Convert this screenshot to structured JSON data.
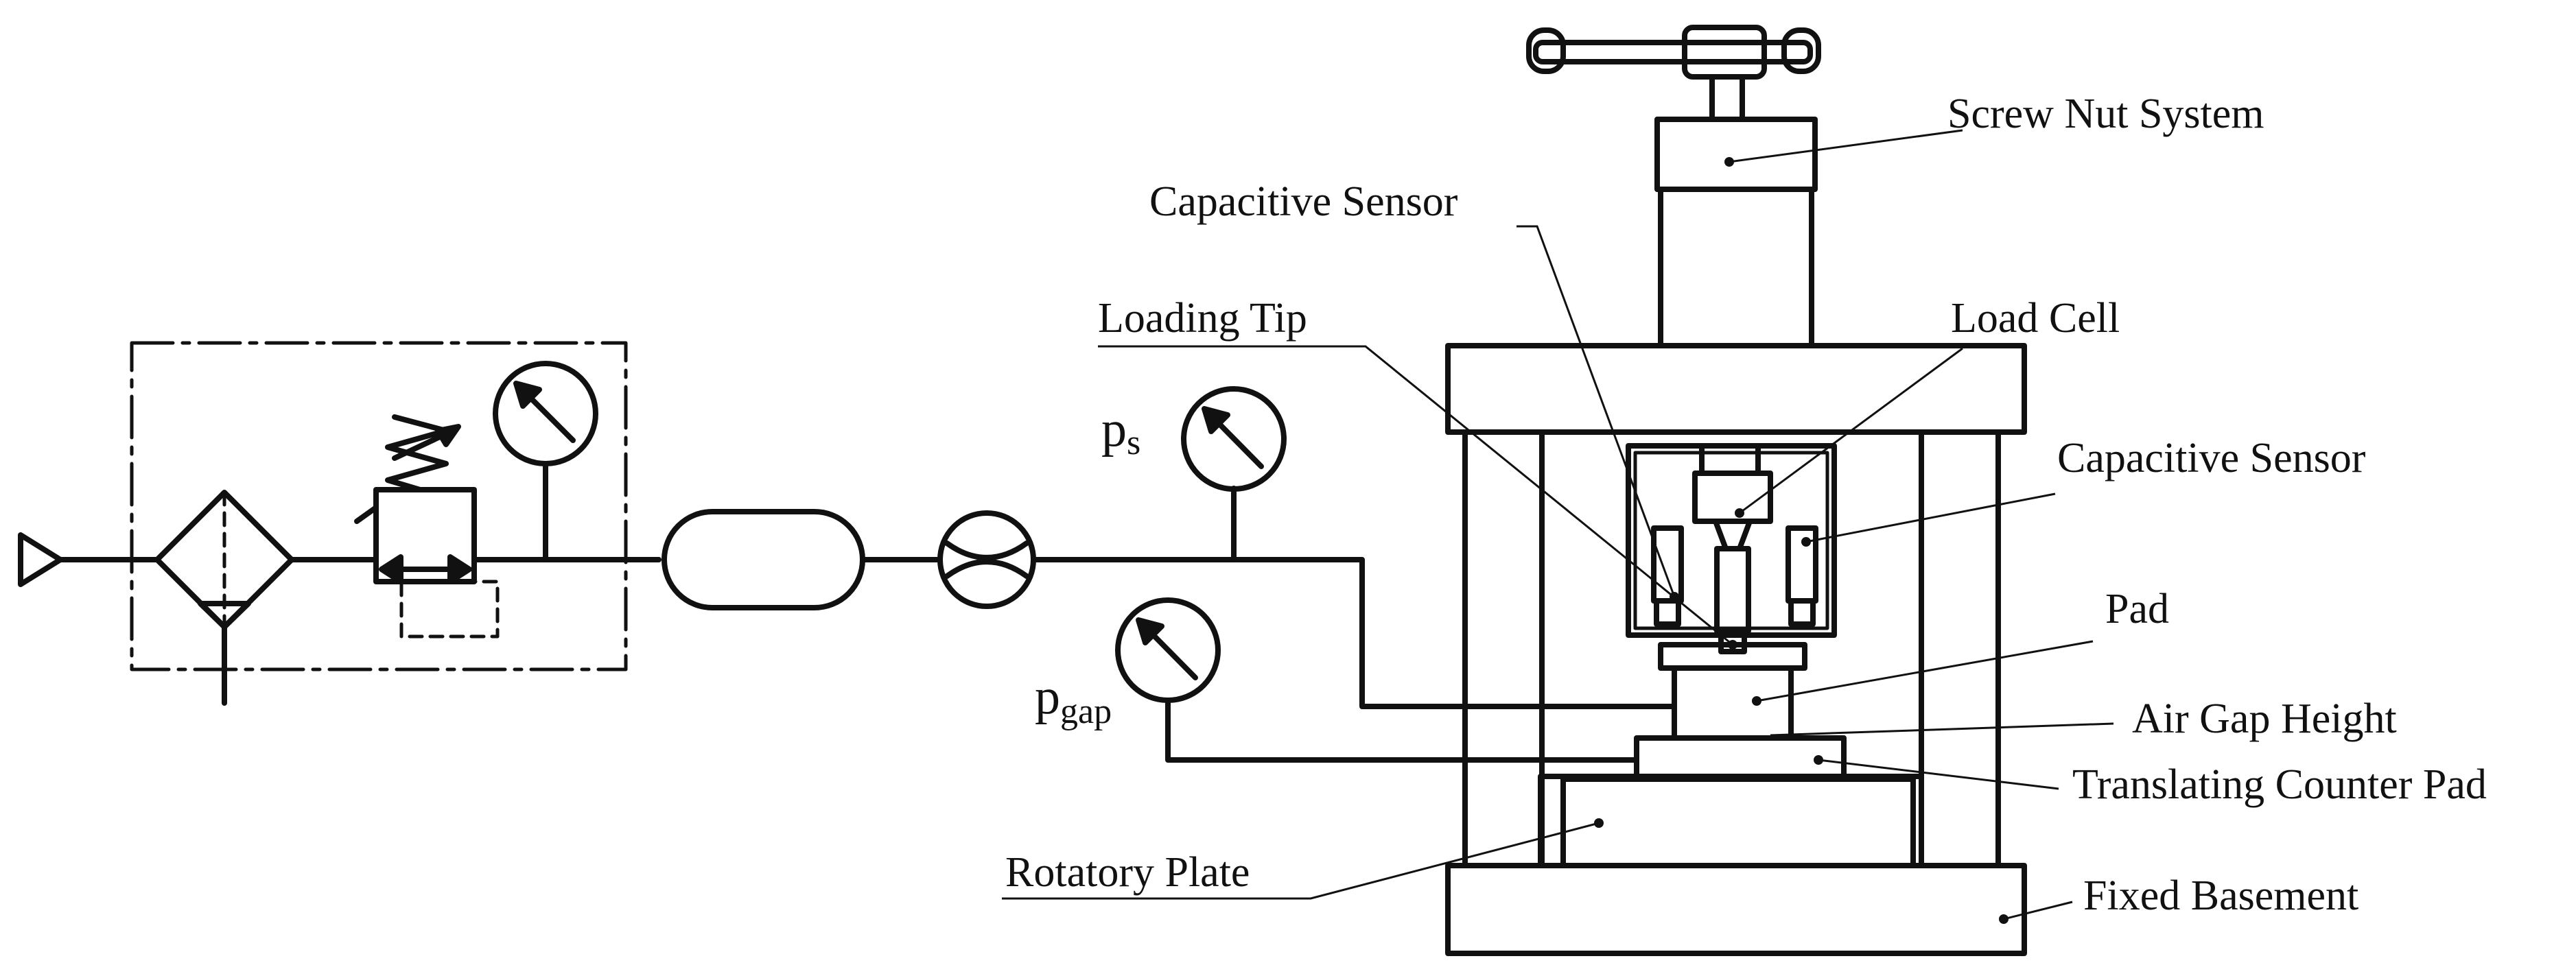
{
  "labels": {
    "screw_nut_system": "Screw Nut System",
    "capacitive_sensor_top": "Capacitive Sensor",
    "loading_tip": "Loading Tip",
    "load_cell": "Load Cell",
    "capacitive_sensor_right": "Capacitive Sensor",
    "pad": "Pad",
    "air_gap_height": "Air Gap Height",
    "translating_counter_pad": "Translating Counter Pad",
    "rotatory_plate": "Rotatory Plate",
    "fixed_basement": "Fixed Basement"
  },
  "symbols": {
    "supply_pressure_base": "p",
    "supply_pressure_sub": "s",
    "gap_pressure_base": "p",
    "gap_pressure_sub": "gap"
  },
  "colors": {
    "line": "#111111",
    "background": "#ffffff"
  }
}
